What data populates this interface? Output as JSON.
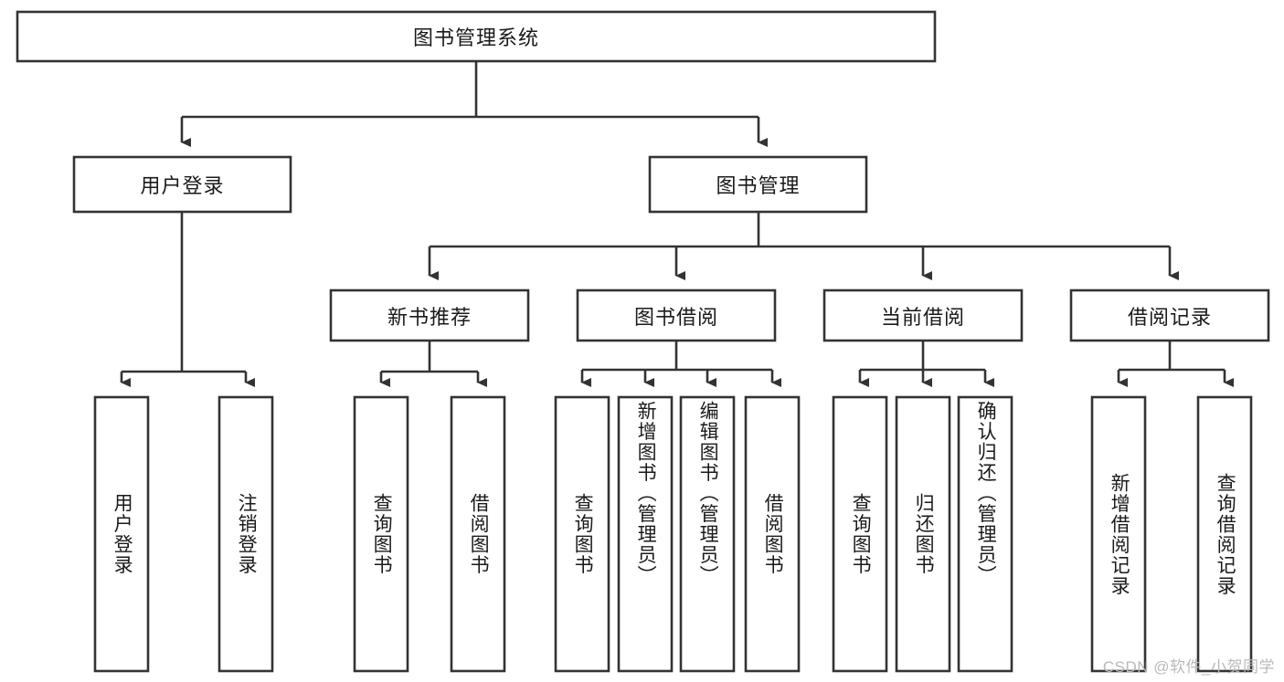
{
  "diagram": {
    "type": "tree-hierarchy-chart",
    "title": "图书管理系统",
    "watermark": "CSDN @软件_小贺同学",
    "colors": {
      "stroke": "#333333",
      "fill": "#ffffff",
      "text": "#1a1a1a",
      "watermark": "#b9b9b9",
      "background": "#ffffff"
    },
    "levels": [
      {
        "level": 1,
        "nodes": [
          {
            "id": "root",
            "label": "图书管理系统",
            "orientation": "horizontal"
          }
        ]
      },
      {
        "level": 2,
        "nodes": [
          {
            "id": "user-login",
            "label": "用户登录",
            "orientation": "horizontal",
            "parent": "root"
          },
          {
            "id": "book-manage",
            "label": "图书管理",
            "orientation": "horizontal",
            "parent": "root"
          }
        ]
      },
      {
        "level": 3,
        "nodes": [
          {
            "id": "new-book-recommend",
            "label": "新书推荐",
            "orientation": "horizontal",
            "parent": "book-manage"
          },
          {
            "id": "book-borrow",
            "label": "图书借阅",
            "orientation": "horizontal",
            "parent": "book-manage"
          },
          {
            "id": "current-borrow",
            "label": "当前借阅",
            "orientation": "horizontal",
            "parent": "book-manage"
          },
          {
            "id": "borrow-record",
            "label": "借阅记录",
            "orientation": "horizontal",
            "parent": "book-manage"
          }
        ]
      },
      {
        "level": 4,
        "nodes": [
          {
            "id": "leaf-user-login",
            "label": "用户登录",
            "orientation": "vertical",
            "parent": "user-login"
          },
          {
            "id": "leaf-logout",
            "label": "注销登录",
            "orientation": "vertical",
            "parent": "user-login"
          },
          {
            "id": "leaf-query-book-1",
            "label": "查询图书",
            "orientation": "vertical",
            "parent": "new-book-recommend"
          },
          {
            "id": "leaf-borrow-book-1",
            "label": "借阅图书",
            "orientation": "vertical",
            "parent": "new-book-recommend"
          },
          {
            "id": "leaf-query-book-2",
            "label": "查询图书",
            "orientation": "vertical",
            "parent": "book-borrow"
          },
          {
            "id": "leaf-add-book",
            "label": "新增图书（管理员）",
            "orientation": "vertical",
            "parent": "book-borrow"
          },
          {
            "id": "leaf-edit-book",
            "label": "编辑图书（管理员）",
            "orientation": "vertical",
            "parent": "book-borrow"
          },
          {
            "id": "leaf-borrow-book-2",
            "label": "借阅图书",
            "orientation": "vertical",
            "parent": "book-borrow"
          },
          {
            "id": "leaf-query-book-3",
            "label": "查询图书",
            "orientation": "vertical",
            "parent": "current-borrow"
          },
          {
            "id": "leaf-return-book",
            "label": "归还图书",
            "orientation": "vertical",
            "parent": "current-borrow"
          },
          {
            "id": "leaf-confirm-return",
            "label": "确认归还（管理员）",
            "orientation": "vertical",
            "parent": "current-borrow"
          },
          {
            "id": "leaf-add-record",
            "label": "新增借阅记录",
            "orientation": "vertical",
            "parent": "borrow-record"
          },
          {
            "id": "leaf-query-record",
            "label": "查询借阅记录",
            "orientation": "vertical",
            "parent": "borrow-record"
          }
        ]
      }
    ]
  }
}
